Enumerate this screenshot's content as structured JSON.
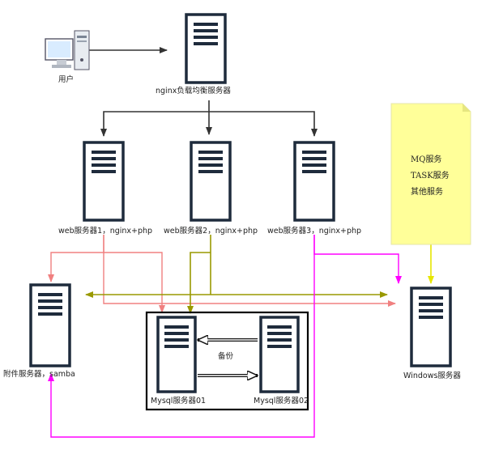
{
  "labels": {
    "user": "用户",
    "nginx_lb": "nginx负载均衡服务器",
    "web1": "web服务器1，nginx+php",
    "web2": "web服务器2，nginx+php",
    "web3": "web服务器3，nginx+php",
    "attach": "附件服务器，samba",
    "mysql1": "Mysql服务器01",
    "mysql2": "Mysql服务器02",
    "backup": "备份",
    "windows": "Windows服务器"
  },
  "note": {
    "line1": "MQ服务",
    "line2": "TASK服务",
    "line3": "其他服务"
  },
  "colors": {
    "server_stroke": "#1e2b3c",
    "arrow_black": "#333333",
    "salmon": "#f08080",
    "olive": "#999900",
    "magenta": "#ff00ff",
    "yellow_line": "#e6e600",
    "note_fill": "#ffff99"
  },
  "icons": {
    "user": "desktop-computer-icon",
    "server": "server-rack-icon"
  }
}
